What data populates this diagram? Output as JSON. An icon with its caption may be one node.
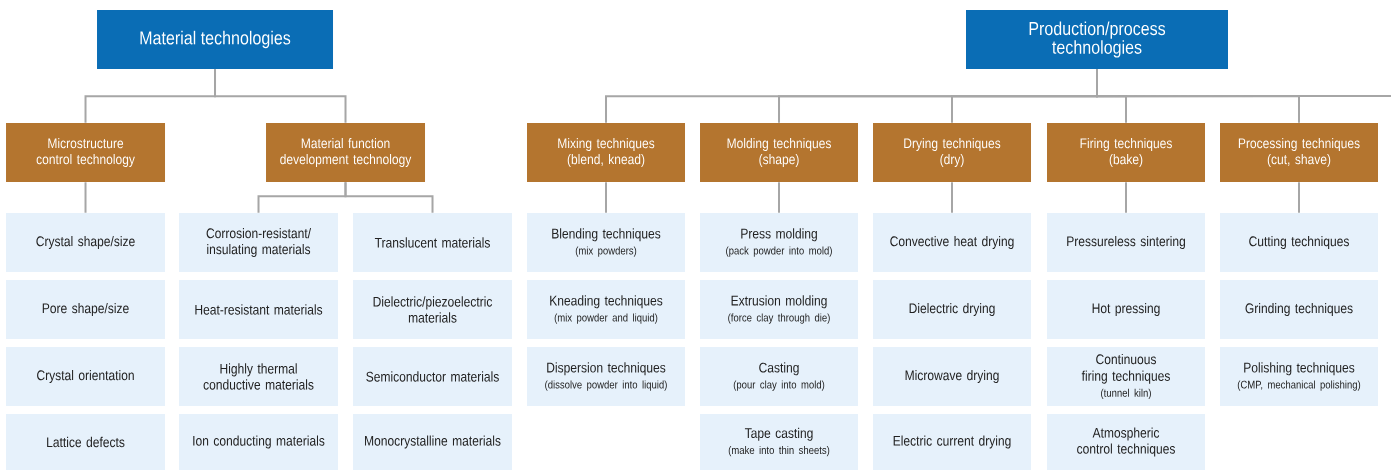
{
  "diagram": {
    "nodes": [
      {
        "text": [
          "Material technologies"
        ]
      },
      {
        "text": [
          "Production/process technologies"
        ]
      },
      {
        "text": [
          "Microstructure control technology"
        ]
      },
      {
        "text": [
          "Material function development technology"
        ]
      },
      {
        "text": [
          "Mixing techniques",
          "(blend, knead)"
        ]
      },
      {
        "text": [
          "Molding techniques",
          "(shape)"
        ]
      },
      {
        "text": [
          "Drying techniques",
          "(dry)"
        ]
      },
      {
        "text": [
          "Firing techniques",
          "(bake)"
        ]
      },
      {
        "text": [
          "Processing techniques",
          "(cut, shave)"
        ]
      },
      {
        "text": [
          "Crystal shape/size"
        ]
      },
      {
        "text": [
          "Pore shape/size"
        ]
      },
      {
        "text": [
          "Crystal orientation"
        ]
      },
      {
        "text": [
          "Lattice defects"
        ]
      },
      {
        "text": [
          "Corrosion-resistant/ insulating materials"
        ]
      },
      {
        "text": [
          "Heat-resistant materials"
        ]
      },
      {
        "text": [
          "Highly thermal conductive materials"
        ]
      },
      {
        "text": [
          "Ion conducting materials"
        ]
      },
      {
        "text": [
          "Translucent materials"
        ]
      },
      {
        "text": [
          "Dielectric/piezoelectric materials"
        ]
      },
      {
        "text": [
          "Semiconductor materials"
        ]
      },
      {
        "text": [
          "Monocrystalline materials"
        ]
      },
      {
        "text": [
          "Blending techniques",
          "(mix powders)"
        ]
      },
      {
        "text": [
          "Kneading techniques",
          "(mix powder and liquid)"
        ]
      },
      {
        "text": [
          "Dispersion techniques",
          "(dissolve powder into liquid)"
        ]
      },
      {
        "text": [
          "Press molding",
          "(pack powder into mold)"
        ]
      },
      {
        "text": [
          "Extrusion molding",
          "(force clay through die)"
        ]
      },
      {
        "text": [
          "Casting",
          "(pour clay into mold)"
        ]
      },
      {
        "text": [
          "Tape casting",
          "(make into thin sheets)"
        ]
      },
      {
        "text": [
          "Convective heat drying"
        ]
      },
      {
        "text": [
          "Dielectric drying"
        ]
      },
      {
        "text": [
          "Microwave drying"
        ]
      },
      {
        "text": [
          "Electric current drying"
        ]
      },
      {
        "text": [
          "Pressureless sintering"
        ]
      },
      {
        "text": [
          "Hot pressing"
        ]
      },
      {
        "text": [
          "Continuous firing techniques",
          "(tunnel kiln)"
        ]
      },
      {
        "text": [
          "Atmospheric control techniques"
        ]
      },
      {
        "text": [
          "Cutting techniques"
        ]
      },
      {
        "text": [
          "Grinding techniques"
        ]
      },
      {
        "text": [
          "Polishing techniques",
          "(CMP, mechanical polishing)"
        ]
      }
    ],
    "edges": [
      {
        "from": 0,
        "to": 2,
        "arrow": "none"
      },
      {
        "from": 0,
        "to": 3,
        "arrow": "none"
      },
      {
        "from": 1,
        "to": 4,
        "arrow": "none"
      },
      {
        "from": 1,
        "to": 5,
        "arrow": "none"
      },
      {
        "from": 1,
        "to": 6,
        "arrow": "none"
      },
      {
        "from": 1,
        "to": 7,
        "arrow": "none"
      },
      {
        "from": 1,
        "to": 8,
        "arrow": "none"
      },
      {
        "from": 1,
        "to": null,
        "arrow": "none"
      },
      {
        "from": 2,
        "to": 9,
        "arrow": "none"
      },
      {
        "from": 3,
        "to": 13,
        "arrow": "none"
      },
      {
        "from": 3,
        "to": 17,
        "arrow": "none"
      },
      {
        "from": 4,
        "to": 21,
        "arrow": "none"
      },
      {
        "from": 5,
        "to": 24,
        "arrow": "none"
      },
      {
        "from": 6,
        "to": 28,
        "arrow": "none"
      },
      {
        "from": 7,
        "to": 32,
        "arrow": "none"
      },
      {
        "from": 8,
        "to": 36,
        "arrow": "none"
      }
    ]
  }
}
